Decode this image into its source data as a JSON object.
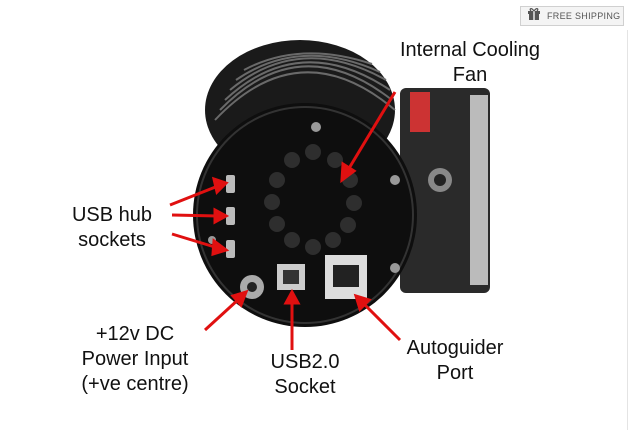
{
  "badge": {
    "icon": "gift-icon",
    "text": "FREE SHIPPING"
  },
  "labels": {
    "fan": [
      "Internal Cooling",
      "Fan"
    ],
    "usb_hub": [
      "USB hub",
      "sockets"
    ],
    "power": [
      "+12v DC",
      "Power Input",
      "(+ve centre)"
    ],
    "usb2": [
      "USB2.0",
      "Socket"
    ],
    "autoguider": [
      "Autoguider",
      "Port"
    ]
  },
  "colors": {
    "arrow": "#e01010",
    "body": "#111111"
  }
}
